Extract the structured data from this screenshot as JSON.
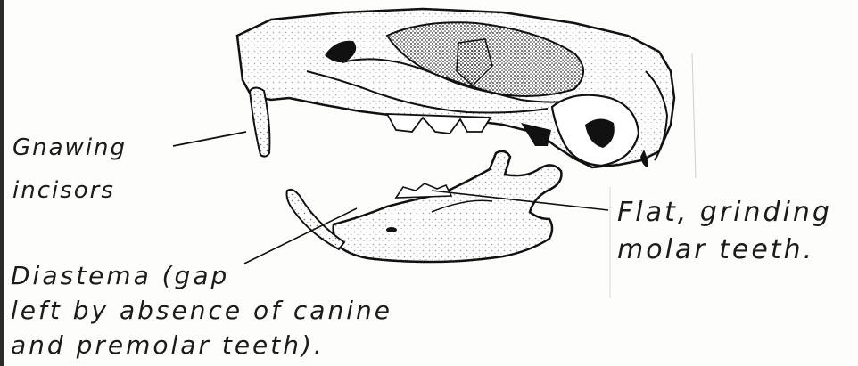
{
  "diagram": {
    "labels": {
      "incisors": "Gnawing\nincisors",
      "molar": "Flat, grinding\nmolar teeth.",
      "diastema": "Diastema (gap\nleft by absence of canine\nand premolar teeth)."
    }
  },
  "colors": {
    "ink": "#1b1b1b",
    "paper": "#fdfdfb",
    "edge": "#2a2a2a"
  }
}
